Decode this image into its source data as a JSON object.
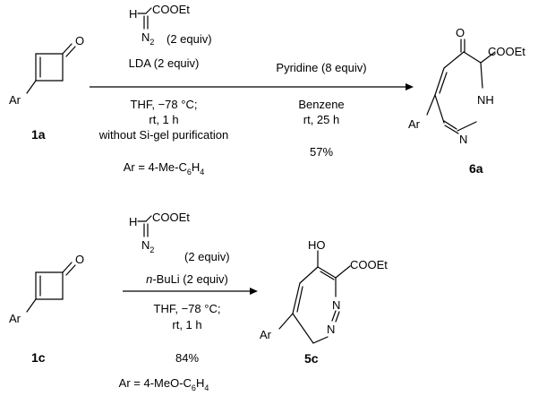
{
  "reaction1": {
    "reagent_h": "H",
    "reagent_ester": "COOEt",
    "reagent_n2": "N",
    "reagent_n2_sub": "2",
    "reagent_equiv": "(2 equiv)",
    "base": "LDA (2 equiv)",
    "cond1": "THF,  −78 °C;",
    "cond2": "rt, 1 h",
    "cond3": "without Si-gel purification",
    "ar_pre": "Ar = 4-Me-C",
    "ar_sub1": "6",
    "ar_mid": "H",
    "ar_sub2": "4",
    "step2_reagent": "Pyridine (8 equiv)",
    "step2_solvent": "Benzene",
    "step2_cond": "rt, 25 h",
    "step2_yield": "57%",
    "sm_o": "O",
    "sm_ar": "Ar",
    "sm_label": "1a",
    "prod_o": "O",
    "prod_ester": "COOEt",
    "prod_nh": "NH",
    "prod_n": "N",
    "prod_ar": "Ar",
    "prod_label": "6a"
  },
  "reaction2": {
    "reagent_h": "H",
    "reagent_ester": "COOEt",
    "reagent_n2": "N",
    "reagent_n2_sub": "2",
    "reagent_equiv": "(2 equiv)",
    "base_prefix": "n",
    "base_rest": "-BuLi (2 equiv)",
    "cond1": "THF, −78 °C;",
    "cond2": "rt, 1 h",
    "yield": "84%",
    "ar_pre": "Ar = 4-MeO-C",
    "ar_sub1": "6",
    "ar_mid": "H",
    "ar_sub2": "4",
    "sm_o": "O",
    "sm_ar": "Ar",
    "sm_label": "1c",
    "prod_ho": "HO",
    "prod_ester": "COOEt",
    "prod_n_top": "N",
    "prod_n_bottom": "N",
    "prod_ar": "Ar",
    "prod_label": "5c"
  }
}
